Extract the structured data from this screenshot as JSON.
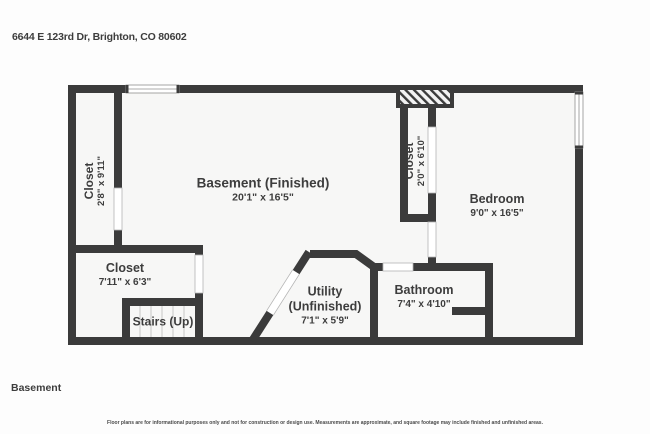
{
  "header": {
    "address": "6644 E 123rd Dr, Brighton, CO 80602"
  },
  "plan": {
    "rooms": {
      "closet_nw": {
        "name": "Closet",
        "dims": "2'8\" x 9'11\""
      },
      "basement": {
        "name": "Basement (Finished)",
        "dims": "20'1\" x 16'5\""
      },
      "closet_ne": {
        "name": "Closet",
        "dims": "2'0\" x 6'10\""
      },
      "bedroom": {
        "name": "Bedroom",
        "dims": "9'0\" x 16'5\""
      },
      "closet_sw": {
        "name": "Closet",
        "dims": "7'11\" x 6'3\""
      },
      "utility": {
        "name": "Utility",
        "qualifier": "(Unfinished)",
        "dims": "7'1\" x 5'9\""
      },
      "bathroom": {
        "name": "Bathroom",
        "dims": "7'4\" x 4'10\""
      },
      "stairs": {
        "name": "Stairs (Up)"
      }
    }
  },
  "footer": {
    "level": "Basement",
    "disclaimer": "Floor plans are for informational purposes only and not for construction or design use. Measurements are approximate, and square footage may include finished and unfinished areas."
  },
  "colors": {
    "wall": "#3b3b3b",
    "floor": "#f7f7f6",
    "text": "#3d3d3d",
    "page_background": "#fdfdfd"
  }
}
